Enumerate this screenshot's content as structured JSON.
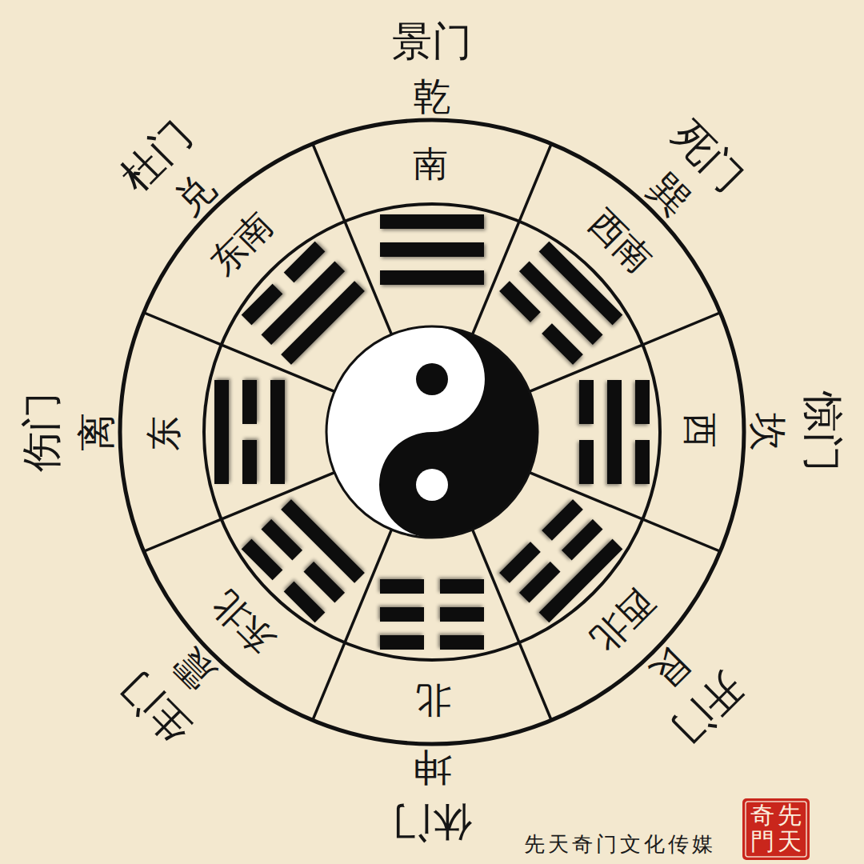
{
  "diagram": {
    "nodes": [
      {
        "text": [
          "南"
        ]
      },
      {
        "text": [
          "西南"
        ]
      },
      {
        "text": [
          "西"
        ]
      },
      {
        "text": [
          "西北"
        ]
      },
      {
        "text": [
          "北"
        ]
      },
      {
        "text": [
          "东北"
        ]
      },
      {
        "text": [
          "东"
        ]
      },
      {
        "text": [
          "东南"
        ]
      }
    ],
    "labels": [
      "景门",
      "乾",
      "死门",
      "巽",
      "惊门",
      "坎",
      "开门",
      "艮",
      "休门",
      "坤",
      "生门",
      "震",
      "伤门",
      "离",
      "杜门",
      "兑",
      "先天奇门文化传媒",
      "先天奇門"
    ]
  }
}
